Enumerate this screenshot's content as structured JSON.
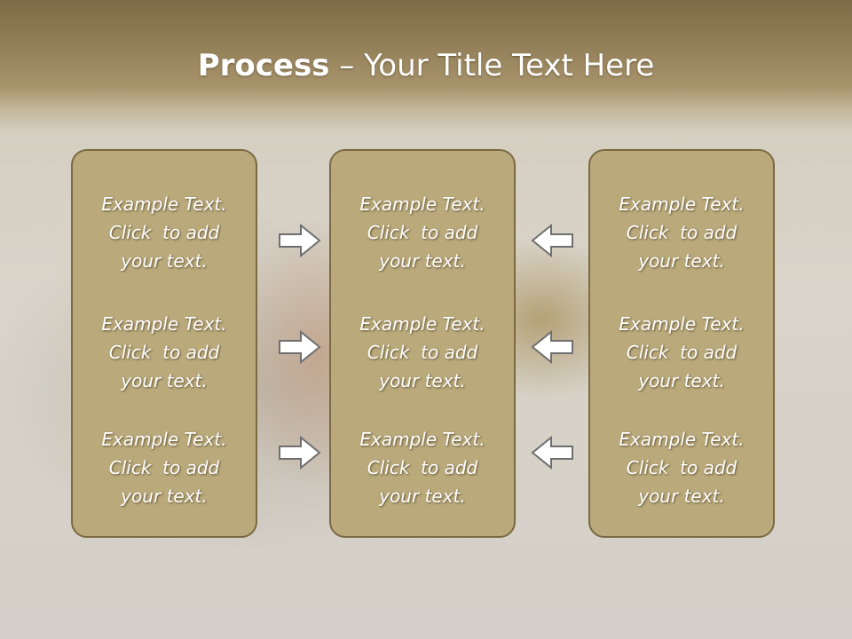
{
  "title": {
    "bold": "Process",
    "rest": " – Your Title Text Here"
  },
  "columns": [
    {
      "items": [
        {
          "line1": "Example Text.",
          "line2": "Click  to add",
          "line3": "your text."
        },
        {
          "line1": "Example Text.",
          "line2": "Click  to add",
          "line3": "your text."
        },
        {
          "line1": "Example Text.",
          "line2": "Click  to add",
          "line3": "your text."
        }
      ]
    },
    {
      "items": [
        {
          "line1": "Example Text.",
          "line2": "Click  to add",
          "line3": "your text."
        },
        {
          "line1": "Example Text.",
          "line2": "Click  to add",
          "line3": "your text."
        },
        {
          "line1": "Example Text.",
          "line2": "Click  to add",
          "line3": "your text."
        }
      ]
    },
    {
      "items": [
        {
          "line1": "Example Text.",
          "line2": "Click  to add",
          "line3": "your text."
        },
        {
          "line1": "Example Text.",
          "line2": "Click  to add",
          "line3": "your text."
        },
        {
          "line1": "Example Text.",
          "line2": "Click  to add",
          "line3": "your text."
        }
      ]
    }
  ],
  "arrows": {
    "left_group": "arrow-right-icon",
    "right_group": "arrow-left-icon"
  },
  "colors": {
    "box_fill": "#b9a97b",
    "box_border": "#7b6a42",
    "header": "#93805a",
    "text": "#ffffff"
  }
}
